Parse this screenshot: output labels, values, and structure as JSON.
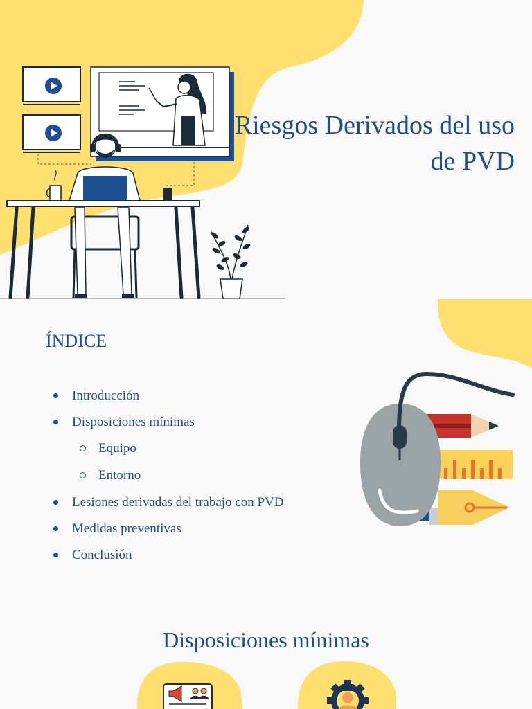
{
  "colors": {
    "background": "#f9f9f9",
    "accent_yellow": "#fedf6f",
    "title_blue": "#1d4f8f",
    "text_blue": "#1f4e87"
  },
  "cover": {
    "title": "Riesgos Derivados del uso de PVD",
    "illustration": "online-class-illustration",
    "icons": [
      "video-play-icon",
      "video-play-icon"
    ]
  },
  "index": {
    "heading": "ÍNDICE",
    "items": [
      {
        "label": "Introducción"
      },
      {
        "label": "Disposiciones mínimas",
        "children": [
          {
            "label": "Equipo"
          },
          {
            "label": "Entorno"
          }
        ]
      },
      {
        "label": "Lesiones derivadas del trabajo con PVD"
      },
      {
        "label": "Medidas preventivas"
      },
      {
        "label": "Conclusión"
      }
    ],
    "illustration": "mouse-and-tools-illustration"
  },
  "dispositions": {
    "title": "Disposiciones mínimas",
    "icons": [
      "notice-board-icon",
      "gear-worker-icon"
    ]
  }
}
